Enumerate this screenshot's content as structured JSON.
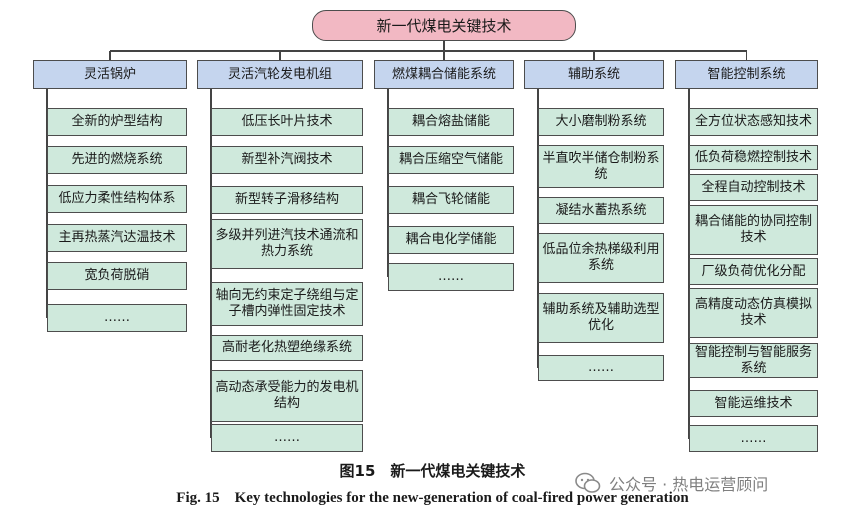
{
  "root": "新一代煤电关键技术",
  "columns": [
    {
      "title": "灵活锅炉",
      "items": [
        "全新的炉型结构",
        "先进的燃烧系统",
        "低应力柔性结构体系",
        "主再热蒸汽达温技术",
        "宽负荷脱硝",
        "……"
      ]
    },
    {
      "title": "灵活汽轮发电机组",
      "items": [
        "低压长叶片技术",
        "新型补汽阀技术",
        "新型转子滑移结构",
        "多级并列进汽技术通流和热力系统",
        "轴向无约束定子绕组与定子槽内弹性固定技术",
        "高耐老化热塑绝缘系统",
        "高动态承受能力的发电机结构",
        "……"
      ]
    },
    {
      "title": "燃煤耦合储能系统",
      "items": [
        "耦合熔盐储能",
        "耦合压缩空气储能",
        "耦合飞轮储能",
        "耦合电化学储能",
        "……"
      ]
    },
    {
      "title": "辅助系统",
      "items": [
        "大小磨制粉系统",
        "半直吹半储仓制粉系统",
        "凝结水蓄热系统",
        "低品位余热梯级利用系统",
        "辅助系统及辅助选型优化",
        "……"
      ]
    },
    {
      "title": "智能控制系统",
      "items": [
        "全方位状态感知技术",
        "低负荷稳燃控制技术",
        "全程自动控制技术",
        "耦合储能的协同控制技术",
        "厂级负荷优化分配",
        "高精度动态仿真模拟技术",
        "智能控制与智能服务系统",
        "智能运维技术",
        "……"
      ]
    }
  ],
  "caption_cn": "图15　新一代煤电关键技术",
  "caption_en": "Fig. 15　Key technologies for the new-generation of coal-fired power generation",
  "watermark": "公众号 · 热电运营顾问"
}
